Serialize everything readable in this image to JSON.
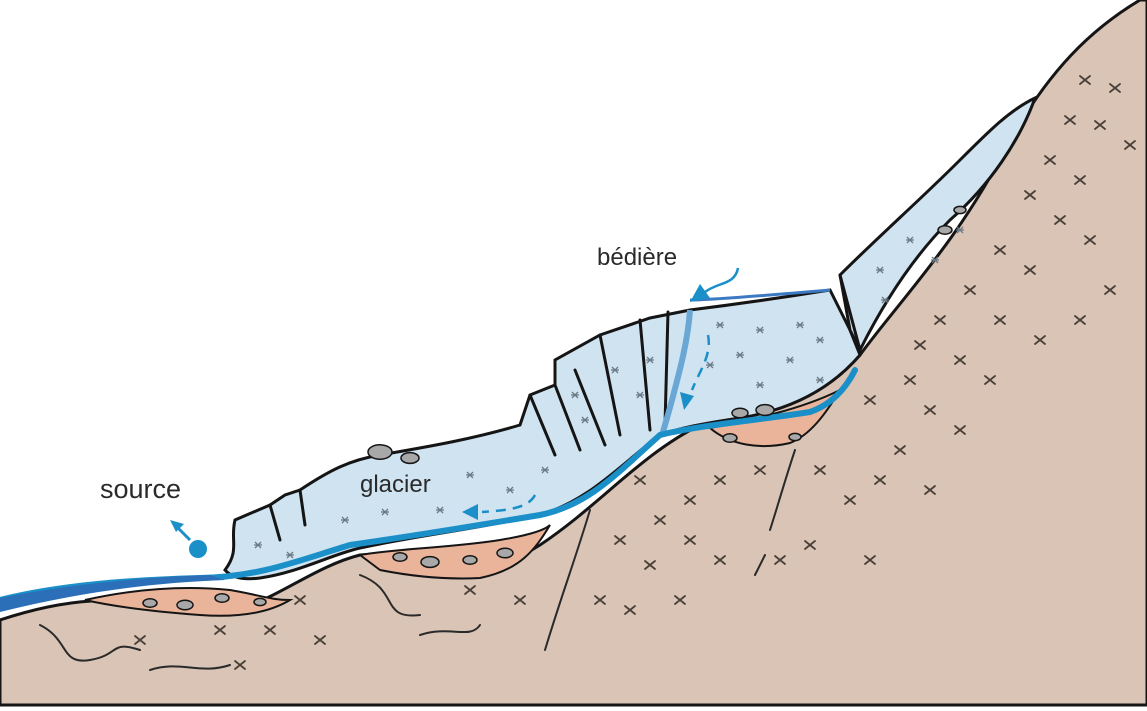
{
  "labels": {
    "source": "source",
    "glacier": "glacier",
    "bediere": "bédière"
  },
  "colors": {
    "bedrock": "#d9c4b6",
    "ice": "#cfe3f1",
    "water": "#1a8fc8",
    "deep_water": "#2a6fb8",
    "sediment": "#eab49a",
    "rocks": "#a8a8a8",
    "outline": "#151515"
  },
  "icons": [
    "water-flow-arrow",
    "source-spring-icon",
    "boulder"
  ]
}
